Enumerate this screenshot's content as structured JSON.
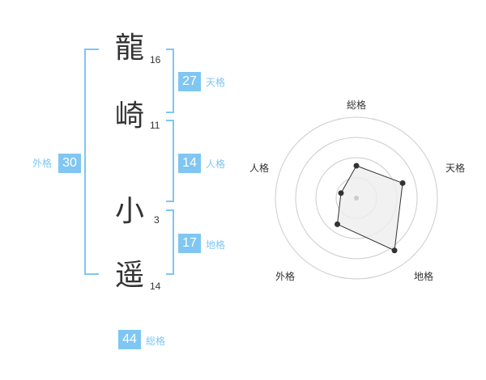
{
  "name": {
    "chars": [
      {
        "char": "龍",
        "strokes": "16"
      },
      {
        "char": "崎",
        "strokes": "11"
      },
      {
        "char": "小",
        "strokes": "3"
      },
      {
        "char": "遥",
        "strokes": "14"
      }
    ]
  },
  "kaku": {
    "tenkaku": {
      "value": "27",
      "label": "天格"
    },
    "jinkaku": {
      "value": "14",
      "label": "人格"
    },
    "chikaku": {
      "value": "17",
      "label": "地格"
    },
    "gaikaku": {
      "value": "30",
      "label": "外格"
    },
    "soukaku": {
      "value": "44",
      "label": "総格"
    }
  },
  "radar": {
    "axes": [
      "総格",
      "天格",
      "地格",
      "外格",
      "人格"
    ],
    "values": [
      2,
      3,
      4,
      2,
      1
    ],
    "max": 5,
    "rings": 4,
    "colors": {
      "ring": "#cccccc",
      "fill": "#eeeeee",
      "line": "#333333",
      "point": "#333333"
    }
  },
  "colors": {
    "accent": "#7fc6f2",
    "text": "#333333"
  }
}
